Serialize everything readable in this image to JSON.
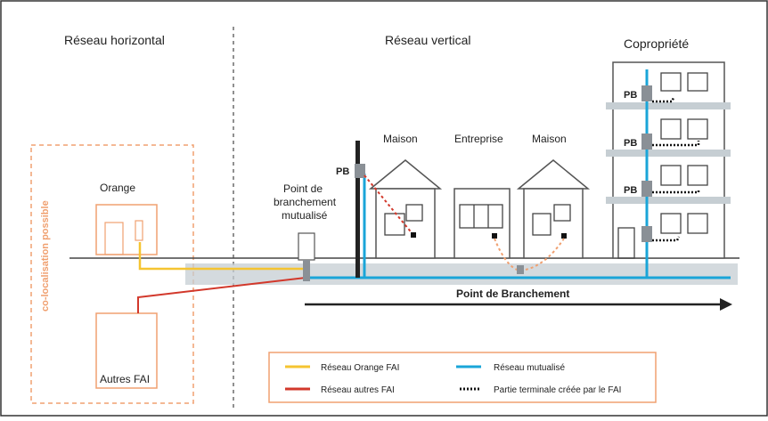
{
  "sections": {
    "horizontal": "Réseau horizontal",
    "vertical": "Réseau vertical",
    "copro": "Copropriété"
  },
  "side_label": "co-localisation possible",
  "orange_label": "Orange",
  "autres_label": "Autres FAI",
  "pbm_label": [
    "Point de",
    "branchement",
    "mutualisé"
  ],
  "pb_label": "PB",
  "houses": {
    "maison1": "Maison",
    "entreprise": "Entreprise",
    "maison2": "Maison"
  },
  "arrow_label": "Point de Branchement",
  "legend": {
    "orange_fai": "Réseau Orange FAI",
    "autres_fai": "Réseau autres FAI",
    "mutualise": "Réseau mutualisé",
    "terminal": "Partie terminale créée par le FAI"
  },
  "colors": {
    "orange_line": "#f5c431",
    "red_line": "#d2382b",
    "blue_line": "#1aa5d8",
    "frame": "#f0a070",
    "gray_band": "#c6ced3",
    "pb_box": "#8a9096"
  }
}
